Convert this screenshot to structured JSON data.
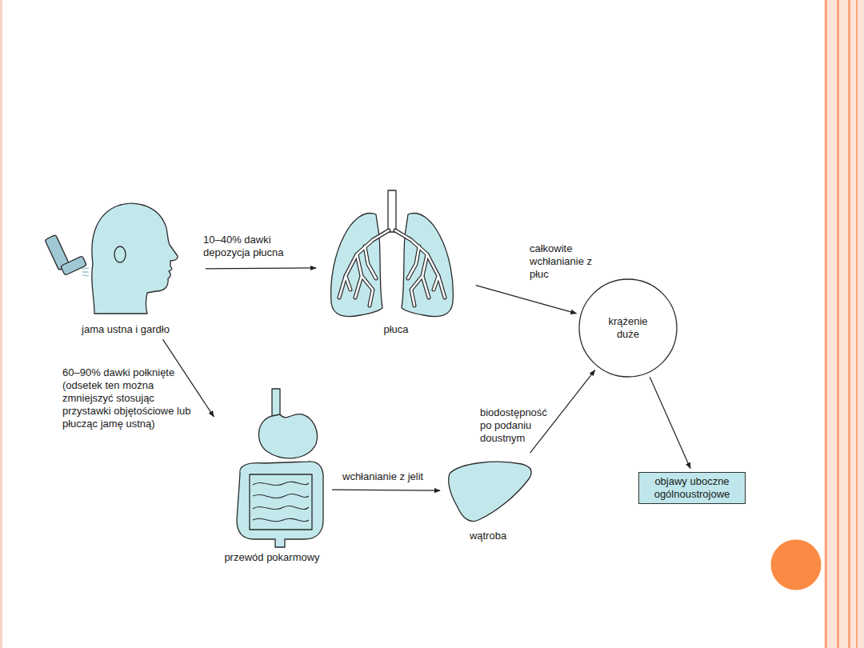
{
  "diagram": {
    "nodes": [
      {
        "text": [
          "jama ustna i gardło"
        ]
      },
      {
        "text": [
          "płuca"
        ]
      },
      {
        "text": [
          "krążenie duże"
        ]
      },
      {
        "text": [
          "przewód pokarmowy"
        ]
      },
      {
        "text": [
          "wątroba"
        ]
      },
      {
        "text": [
          "objawy uboczne ogólnoustrojowe"
        ]
      }
    ],
    "edges": [
      {
        "from": 0,
        "to": 1,
        "arrow": "to",
        "label": "10–40% dawki depozycja płucna"
      },
      {
        "from": 1,
        "to": 2,
        "arrow": "to",
        "label": "całkowite wchłanianie z płuc"
      },
      {
        "from": 0,
        "to": 3,
        "arrow": "to",
        "label": "60–90% dawki połknięte (odsetek ten można zmniejszyć stosując przystawki objętościowe lub płucząc jamę ustną)"
      },
      {
        "from": 3,
        "to": 4,
        "arrow": "to",
        "label": "wchłanianie z jelit"
      },
      {
        "from": 4,
        "to": 2,
        "arrow": "to",
        "label": "biodostępność po podaniu doustnym"
      },
      {
        "from": 2,
        "to": 5,
        "arrow": "to"
      }
    ]
  }
}
